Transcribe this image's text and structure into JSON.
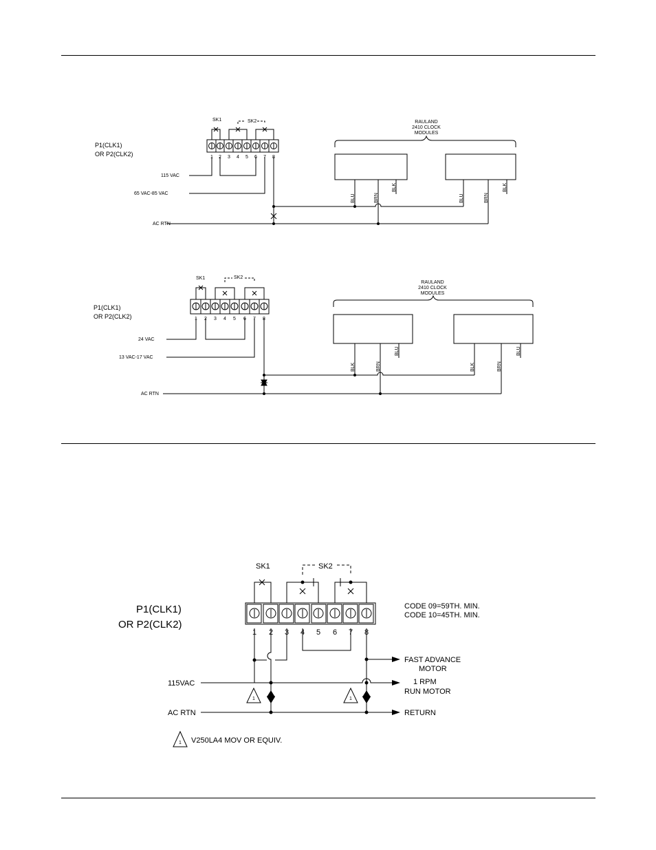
{
  "diagram1": {
    "connector_label": [
      "P1(CLK1)",
      "OR P2(CLK2)"
    ],
    "sk1": "SK1",
    "sk2": "SK2",
    "terminals": [
      "1",
      "2",
      "3",
      "4",
      "5",
      "6",
      "7",
      "8"
    ],
    "inputs": [
      "115 VAC",
      "65 VAC-85 VAC",
      "AC RTN"
    ],
    "modules_label": [
      "RAULAND",
      "2410 CLOCK",
      "MODULES"
    ],
    "module_a_wires": [
      "BLU",
      "BRN",
      "BLK"
    ],
    "module_b_wires": [
      "BLU",
      "BRN",
      "BLK"
    ]
  },
  "diagram2": {
    "connector_label": [
      "P1(CLK1)",
      "OR P2(CLK2)"
    ],
    "sk1": "SK1",
    "sk2": "SK2",
    "terminals": [
      "1",
      "2",
      "3",
      "4",
      "5",
      "6",
      "7",
      "8"
    ],
    "inputs": [
      "24 VAC",
      "13 VAC-17 VAC",
      "AC RTN"
    ],
    "modules_label": [
      "RAULAND",
      "2410 CLOCK",
      "MODULES"
    ],
    "module_a_wires": [
      "BLK",
      "BRN",
      "BLU"
    ],
    "module_b_wires": [
      "BLK",
      "BRN",
      "BLU"
    ]
  },
  "diagram3": {
    "connector_label": [
      "P1(CLK1)",
      "OR P2(CLK2)"
    ],
    "sk1": "SK1",
    "sk2": "SK2",
    "terminals": [
      "1",
      "2",
      "3",
      "4",
      "5",
      "6",
      "7",
      "8"
    ],
    "code_notes": [
      "CODE 09=59TH. MIN.",
      "CODE 10=45TH. MIN."
    ],
    "inputs": [
      "115VAC",
      "AC RTN"
    ],
    "outputs": [
      "FAST ADVANCE",
      "MOTOR",
      "1 RPM",
      "RUN MOTOR",
      "RETURN"
    ],
    "triangle_mark": "1",
    "note": "V250LA4 MOV OR EQUIV."
  }
}
